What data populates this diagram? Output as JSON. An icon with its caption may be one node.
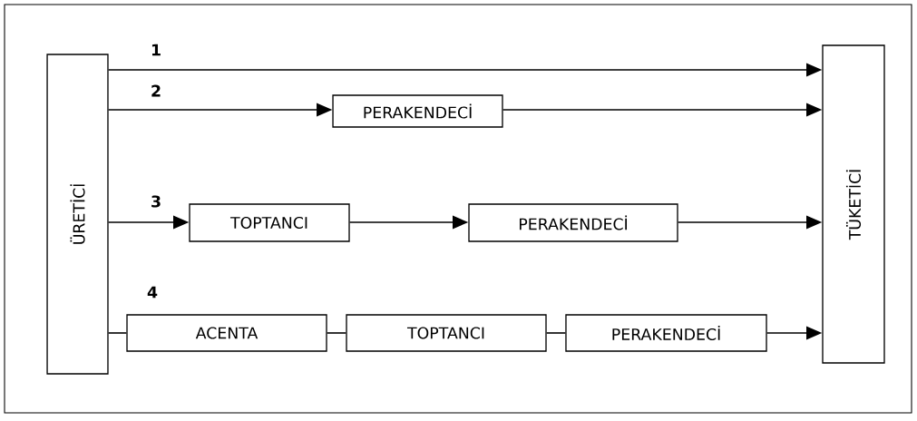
{
  "diagram": {
    "nodes": [
      {
        "text": [
          "ÜRETİCİ"
        ]
      },
      {
        "text": [
          "TÜKETİCİ"
        ]
      },
      {
        "text": [
          "PERAKENDECİ"
        ]
      },
      {
        "text": [
          "TOPTANCI"
        ]
      },
      {
        "text": [
          "PERAKENDECİ"
        ]
      },
      {
        "text": [
          "ACENTA"
        ]
      },
      {
        "text": [
          "TOPTANCI"
        ]
      },
      {
        "text": [
          "PERAKENDECİ"
        ]
      }
    ],
    "edges": [
      {
        "from": 0,
        "to": 1,
        "arrow": "to"
      },
      {
        "from": 0,
        "to": 2,
        "arrow": "to"
      },
      {
        "from": 2,
        "to": 1,
        "arrow": "to"
      },
      {
        "from": 0,
        "to": 3,
        "arrow": "to"
      },
      {
        "from": 3,
        "to": 4,
        "arrow": "to"
      },
      {
        "from": 4,
        "to": 1,
        "arrow": "to"
      },
      {
        "from": 0,
        "to": 5,
        "arrow": "none"
      },
      {
        "from": 5,
        "to": 6,
        "arrow": "none"
      },
      {
        "from": 6,
        "to": 7,
        "arrow": "none"
      },
      {
        "from": 7,
        "to": 1,
        "arrow": "to"
      }
    ],
    "labels": [
      "1",
      "2",
      "3",
      "4"
    ]
  }
}
